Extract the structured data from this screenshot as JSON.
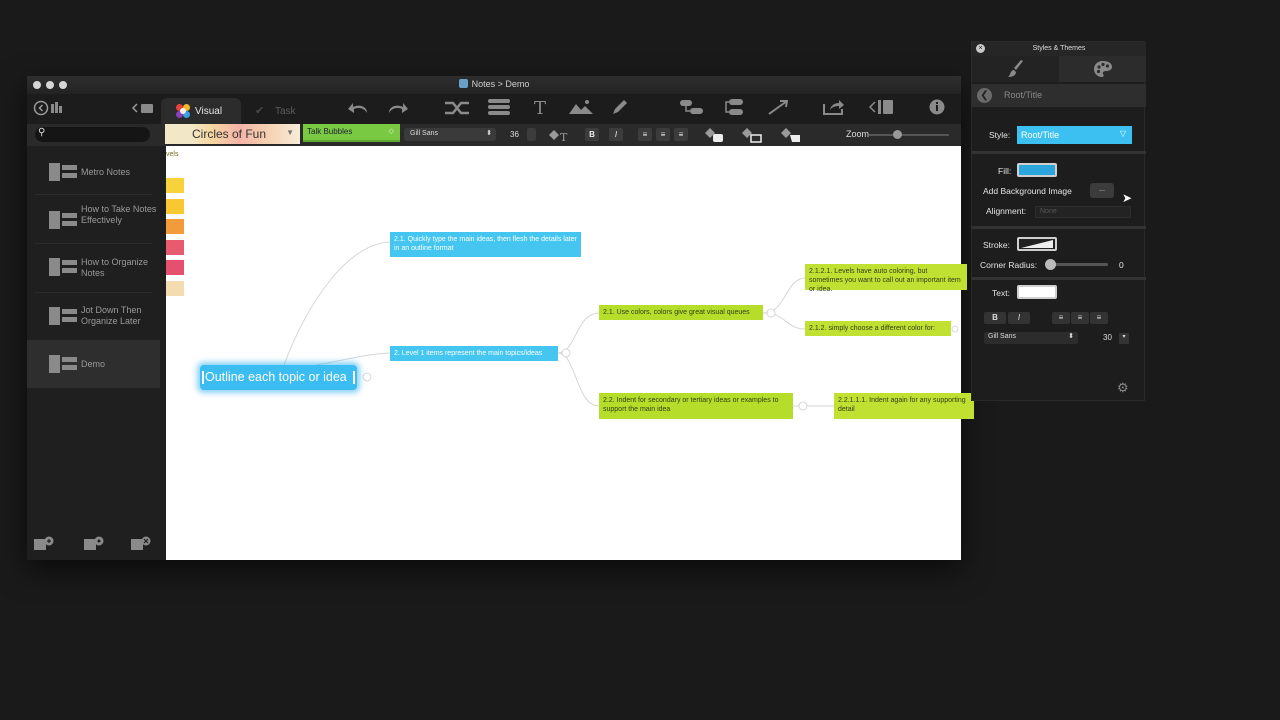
{
  "window": {
    "title": "Notes > Demo"
  },
  "toolbar": {
    "tab_visual": "Visual",
    "tab_task": "Task",
    "icons": [
      "back-icon",
      "sidebar-toggle-icon",
      "undo-icon",
      "redo-icon",
      "shuffle-icon",
      "list-icon",
      "text-icon",
      "image-icon",
      "pencil-icon",
      "connector-icon",
      "branch-icon",
      "arrow-icon",
      "share-icon",
      "collapse-panel-icon",
      "info-icon"
    ]
  },
  "format": {
    "search_icon": "⚲",
    "theme": "Circles of Fun",
    "bubble": "Talk Bubbles",
    "font": "Gill Sans",
    "font_size": "36",
    "bold": "B",
    "italic": "I",
    "zoom_label": "Zoom",
    "zoom_level": 0.35
  },
  "sidebar": {
    "items": [
      {
        "label": "Metro Notes"
      },
      {
        "label": "How to Take Notes Effectively"
      },
      {
        "label": "How to Organize Notes"
      },
      {
        "label": "Jot Down Then Organize Later"
      },
      {
        "label": "Demo"
      }
    ],
    "selected": "Demo"
  },
  "canvas": {
    "legend_text": "vels",
    "swatch_colors": [
      "#f8d23a",
      "#f8c832",
      "#f39a3a",
      "#e85a6e",
      "#e55070",
      "#f4dcb0"
    ],
    "root": "Outline each topic or idea",
    "nodes": {
      "n21": "2.1. Quickly type the main ideas, then flesh the details later in an outline format",
      "n2": "2. Level 1 items represent the main topics/ideas",
      "n21b": "2.1. Use colors, colors give great visual queues",
      "n22": "2.2. Indent for secondary or tertiary ideas or examples to support the main idea",
      "n2121": "2.1.2.1. Levels have auto coloring, but sometimes you want to call out an important item or idea.",
      "n212": "2.1.2. simply choose a different color for:",
      "n2211": "2.2.1.1.1. Indent again for any supporting detail"
    },
    "colors": {
      "blue": "#44c6f0",
      "green": "#b5dd2a"
    }
  },
  "panel": {
    "title": "Styles & Themes",
    "crumb": "Root/Title",
    "style_label": "Style:",
    "style_value": "Root/Title",
    "fill_label": "Fill:",
    "fill_color": "#2aa6dc",
    "bg_image_label": "Add Background Image",
    "bg_image_btn": "...",
    "alignment_label": "Alignment:",
    "alignment_value": "None",
    "stroke_label": "Stroke:",
    "corner_radius_label": "Corner Radius:",
    "corner_radius_value": "0",
    "text_label": "Text:",
    "text_color": "#ffffff",
    "bold": "B",
    "italic": "I",
    "font": "Gill Sans",
    "font_size": "30"
  }
}
